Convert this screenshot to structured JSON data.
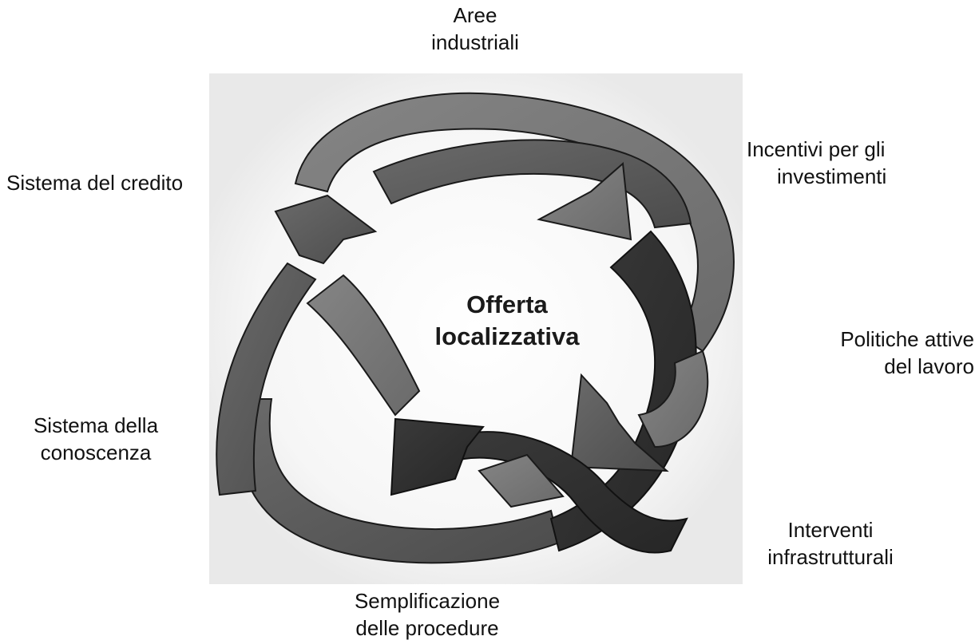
{
  "diagram": {
    "center_label": [
      "Offerta",
      "localizzativa"
    ],
    "labels": {
      "aree_industriali": [
        "Aree",
        "industriali"
      ],
      "incentivi": [
        "Incentivi per gli",
        "investimenti"
      ],
      "politiche": [
        "Politiche attive",
        "del lavoro"
      ],
      "interventi": [
        "Interventi",
        "infrastrutturali"
      ],
      "semplificazione": [
        "Semplificazione",
        "delle procedure"
      ],
      "conoscenza": [
        "Sistema della",
        "conoscenza"
      ],
      "credito": [
        "Sistema del credito"
      ]
    },
    "arrow_colors": {
      "dark": "#2e2e2e",
      "mid": "#555555",
      "light": "#7a7a7a",
      "edge": "#1a1a1a"
    }
  }
}
